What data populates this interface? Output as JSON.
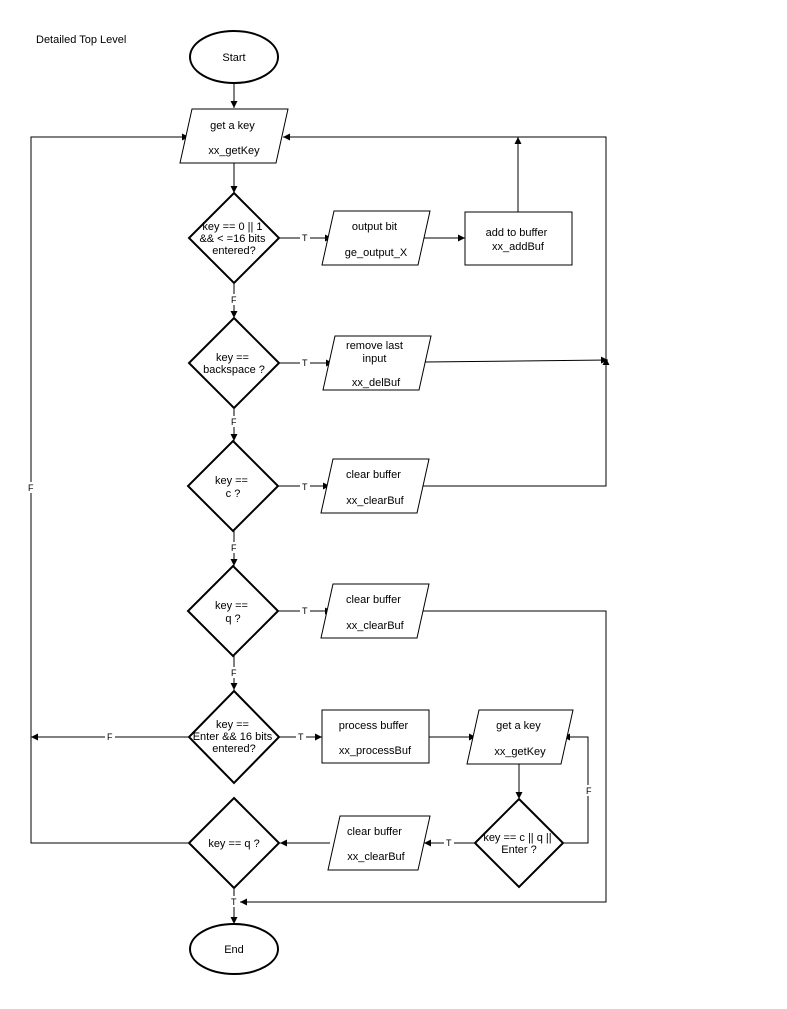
{
  "title": "Detailed Top Level",
  "nodes": {
    "start": [
      "Start"
    ],
    "getkey1": [
      "get a key",
      "",
      "xx_getKey"
    ],
    "d1": [
      "key == 0 || 1",
      "&& < =16 bits",
      "entered?"
    ],
    "output": [
      "output bit",
      "",
      "ge_output_X"
    ],
    "addbuf": [
      "add to buffer",
      "xx_addBuf"
    ],
    "d2": [
      "key ==",
      "backspace ?"
    ],
    "remove": [
      "remove last",
      "input",
      "",
      "xx_delBuf"
    ],
    "d3": [
      "key ==",
      "c ?"
    ],
    "clear1": [
      "clear buffer",
      "",
      "xx_clearBuf"
    ],
    "d4": [
      "key ==",
      "q ?"
    ],
    "clear2": [
      "clear buffer",
      "",
      "xx_clearBuf"
    ],
    "d5": [
      "key ==",
      "Enter && 16 bits",
      "entered?"
    ],
    "process": [
      "process buffer",
      "",
      "xx_processBuf"
    ],
    "getkey2": [
      "get a key",
      "",
      "xx_getKey"
    ],
    "d7": [
      "key == c || q ||",
      "Enter ?"
    ],
    "clear3": [
      "clear buffer",
      "",
      "xx_clearBuf"
    ],
    "d6": [
      "key == q ?"
    ],
    "end": [
      "End"
    ]
  },
  "edges": {
    "d1_true": "T",
    "d1_false": "F",
    "d2_true": "T",
    "d2_false": "F",
    "d3_true": "T",
    "d3_false": "F",
    "d4_true": "T",
    "d4_false": "F",
    "d5_true": "T",
    "d5_false": "F",
    "d7_true": "T",
    "d7_false": "F",
    "d6_true": "T",
    "d6_false": "F"
  }
}
